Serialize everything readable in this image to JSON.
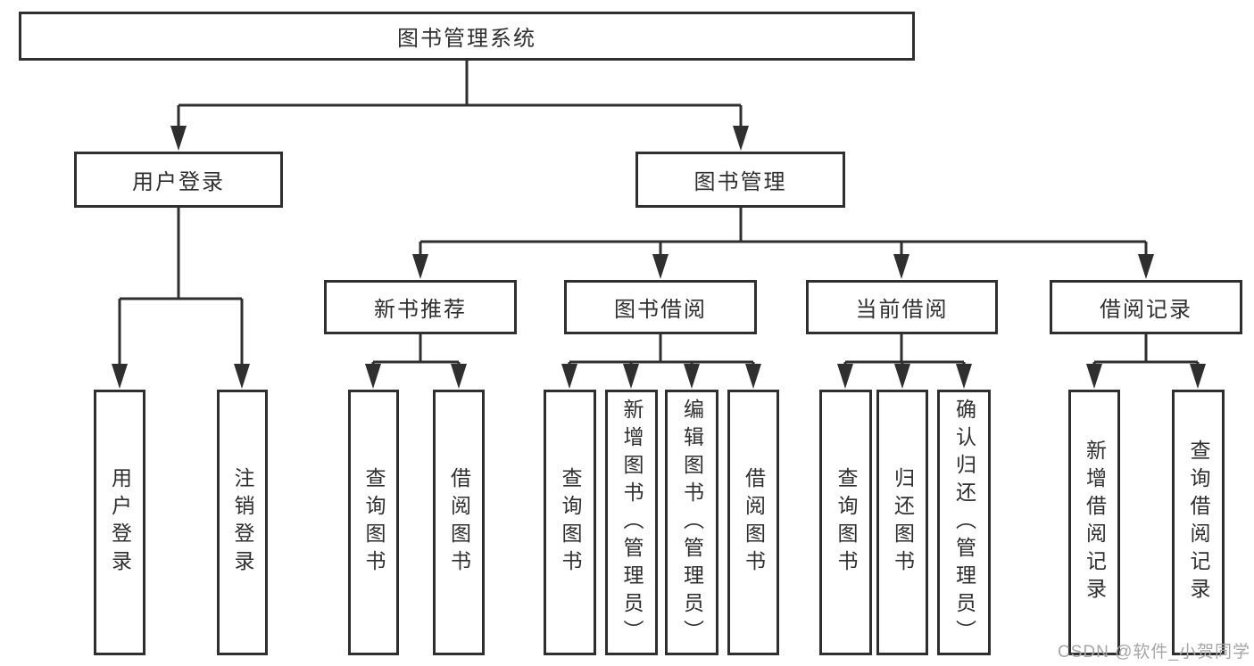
{
  "diagram": {
    "root": {
      "label": "图书管理系统"
    },
    "branches": {
      "user_login": {
        "label": "用户登录",
        "children": {
          "login": "用户登录",
          "logout": "注销登录"
        }
      },
      "book_management": {
        "label": "图书管理",
        "sections": {
          "new_books": {
            "label": "新书推荐",
            "children": {
              "query": "查询图书",
              "borrow": "借阅图书"
            }
          },
          "book_borrowing": {
            "label": "图书借阅",
            "children": {
              "query": "查询图书",
              "add": "新增图书（管理员）",
              "edit": "编辑图书（管理员）",
              "borrow": "借阅图书"
            }
          },
          "current_borrowing": {
            "label": "当前借阅",
            "children": {
              "query": "查询图书",
              "return": "归还图书",
              "confirm_return": "确认归还（管理员）"
            }
          },
          "borrowing_records": {
            "label": "借阅记录",
            "children": {
              "add_record": "新增借阅记录",
              "query_record": "查询借阅记录"
            }
          }
        }
      }
    }
  },
  "watermark": {
    "text": "CSDN @软件_小贺同学"
  },
  "colors": {
    "line": "#2f2f2f",
    "text": "#2f2f2f",
    "watermark": "#a6a6a6",
    "background": "#ffffff"
  }
}
